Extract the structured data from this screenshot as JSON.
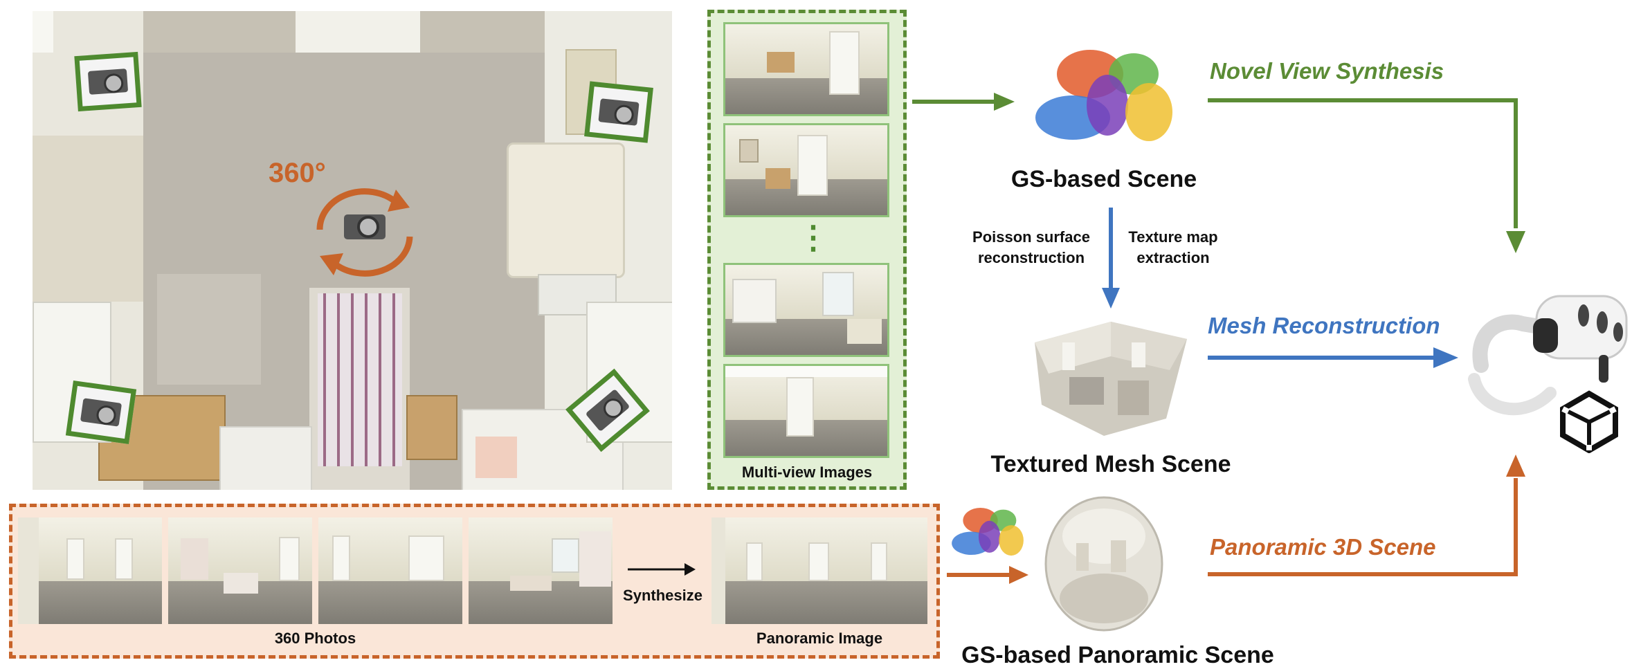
{
  "labels": {
    "angle": "360°",
    "multiview": "Multi-view Images",
    "photos360": "360 Photos",
    "synthesize": "Synthesize",
    "panoramic_image": "Panoramic Image",
    "gs_scene": "GS-based Scene",
    "poisson": "Poisson surface reconstruction",
    "texture": "Texture map extraction",
    "textured_mesh": "Textured Mesh Scene",
    "gs_pano": "GS-based Panoramic Scene",
    "dots": "⋮"
  },
  "branches": {
    "novel": "Novel View Synthesis",
    "mesh": "Mesh Reconstruction",
    "pano": "Panoramic 3D Scene"
  },
  "colors": {
    "green": "#5b8c35",
    "blue": "#3f75c0",
    "orange": "#c8642a",
    "green_fill": "#e3f0d6",
    "orange_fill": "#fae6d8"
  },
  "icons": [
    "camera-icon",
    "rotate-arrows-icon",
    "gaussian-splat-icon",
    "vr-headset-icon",
    "unity-logo-icon"
  ]
}
